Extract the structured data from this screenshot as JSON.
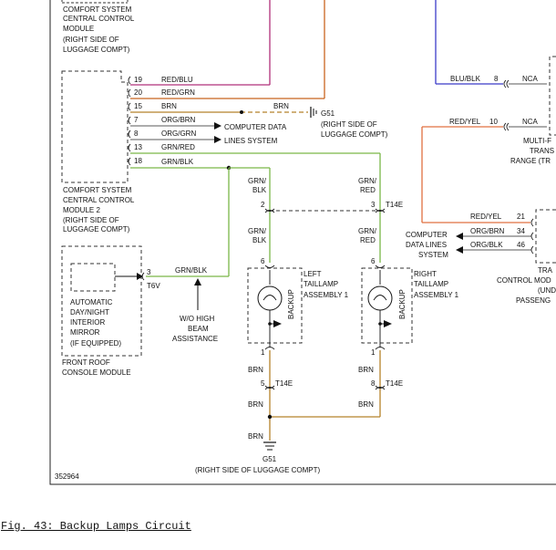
{
  "modules": {
    "ccm_top_label": [
      "COMFORT SYSTEM",
      "CENTRAL CONTROL",
      "MODULE",
      "(RIGHT SIDE OF",
      "LUGGAGE COMPT)"
    ],
    "ccm2_label": [
      "COMFORT SYSTEM",
      "CENTRAL CONTROL",
      "MODULE 2",
      "(RIGHT SIDE OF",
      "LUGGAGE COMPT)"
    ],
    "mirror_label": [
      "AUTOMATIC",
      "DAY/NIGHT",
      "INTERIOR",
      "MIRROR",
      "(IF EQUIPPED)"
    ],
    "front_roof_label": [
      "FRONT ROOF",
      "CONSOLE MODULE"
    ],
    "left_taillamp_label": [
      "LEFT",
      "TAILLAMP",
      "ASSEMBLY 1"
    ],
    "right_taillamp_label": [
      "RIGHT",
      "TAILLAMP",
      "ASSEMBLY 1"
    ],
    "backup": "BACKUP",
    "right_module_fragment": [
      "MULTI-F",
      "TRANS",
      "RANGE (TR"
    ],
    "tcm_fragment": [
      "TRA",
      "CONTROL MOD",
      "(UND",
      "PASSENG"
    ]
  },
  "pins": {
    "ccm2": [
      "19",
      "20",
      "15",
      "7",
      "8",
      "13",
      "18"
    ],
    "mirror_pin": "3",
    "mirror_conn": "T6V",
    "left_lamp_top": "6",
    "left_lamp_bottom": "1",
    "right_lamp_top": "6",
    "right_lamp_bottom": "1",
    "t14e_top_left": "2",
    "t14e_top_right": "3",
    "t14e_bottom_left": "5",
    "t14e_bottom_right": "8",
    "multi_pin1": "8",
    "multi_pin2": "10",
    "tcm_pins": [
      "21",
      "34",
      "46"
    ],
    "connector": "T14E"
  },
  "wires": {
    "ccm2": [
      "RED/BLU",
      "RED/GRN",
      "BRN",
      "ORG/BRN",
      "ORG/GRN",
      "GRN/RED",
      "GRN/BLK"
    ],
    "brn_to_g51": "BRN",
    "mirror_wire": "GRN/BLK",
    "left_upper": [
      "GRN/",
      "BLK"
    ],
    "left_mid": [
      "GRN/",
      "BLK"
    ],
    "right_upper": [
      "GRN/",
      "RED"
    ],
    "right_mid": [
      "GRN/",
      "RED"
    ],
    "brn": "BRN",
    "multi1": "BLU/BLK",
    "multi2": "RED/YEL",
    "nca": "NCA",
    "tcm": [
      "RED/YEL",
      "ORG/BRN",
      "ORG/BLK"
    ]
  },
  "ground": {
    "g51": "G51",
    "g51_top_label": [
      "(RIGHT SIDE OF",
      "LUGGAGE COMPT)"
    ],
    "g51_bottom_label": "(RIGHT SIDE OF LUGGAGE COMPT)"
  },
  "notes": {
    "data_lines": [
      "COMPUTER DATA",
      "LINES SYSTEM"
    ],
    "data_lines_right": [
      "COMPUTER",
      "DATA LINES",
      "SYSTEM"
    ],
    "wo_high_beam": [
      "W/O HIGH",
      "BEAM",
      "ASSISTANCE"
    ]
  },
  "diagram_id": "352964",
  "caption": "Fig. 43: Backup Lamps Circuit",
  "colors": {
    "red_blu": "#b0307a",
    "red_grn": "#c8641e",
    "brn": "#b5822a",
    "grn": "#7ab648",
    "blu": "#3b3bc8",
    "red_yel": "#e07040"
  }
}
